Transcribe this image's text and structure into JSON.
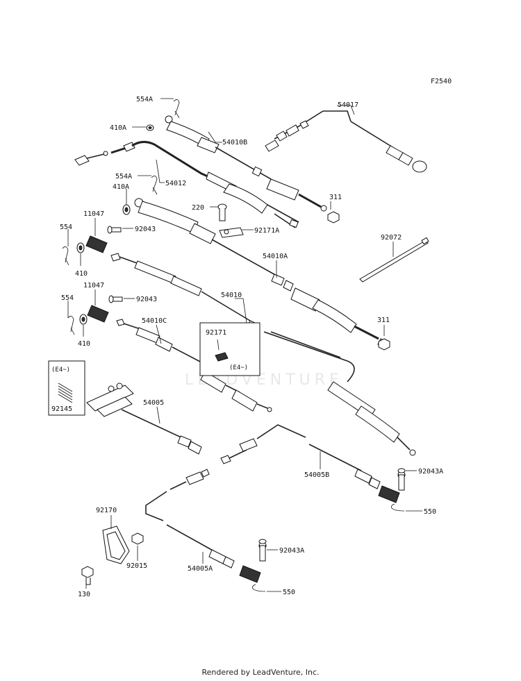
{
  "figure_code": "F2540",
  "watermark_text": "LEADVENTURE",
  "footer_text": "Rendered by LeadVenture, Inc.",
  "callouts": {
    "c554A_1": "554A",
    "c410A_1": "410A",
    "c54010B": "54010B",
    "c54017": "54017",
    "c554A_2": "554A",
    "c410A_2": "410A",
    "c54012": "54012",
    "c311_1": "311",
    "c220": "220",
    "c92171A": "92171A",
    "c11047_1": "11047",
    "c554_1": "554",
    "c92043_1": "92043",
    "c410_1": "410",
    "c92072": "92072",
    "c54010A": "54010A",
    "c11047_2": "11047",
    "c554_2": "554",
    "c92043_2": "92043",
    "c54010": "54010",
    "c410_2": "410",
    "c54010C": "54010C",
    "c311_2": "311",
    "c92171": "92171",
    "c92145": "92145",
    "c54005": "54005",
    "c92043A_1": "92043A",
    "c54005B": "54005B",
    "c550_1": "550",
    "c92170": "92170",
    "c92015": "92015",
    "c92043A_2": "92043A",
    "c54005A": "54005A",
    "c550_2": "550",
    "c130": "130"
  },
  "notes": {
    "e4_a": "(E4~)",
    "e4_b": "(E4~)"
  }
}
